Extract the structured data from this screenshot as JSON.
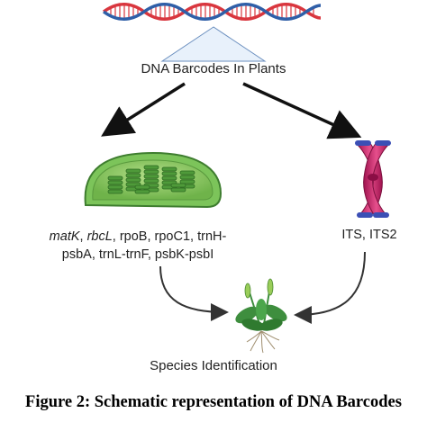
{
  "title": "DNA Barcodes In Plants",
  "chloroplast_markers": {
    "italic_1": "matK",
    "sep_1": ", ",
    "italic_2": "rbcL",
    "rest_line1": ", rpoB, rpoC1, trnH-",
    "line2": "psbA, trnL-trnF, psbK-psbI"
  },
  "nuclear_markers": "ITS, ITS2",
  "result": "Species Identification",
  "caption": "Figure 2: Schematic representation of DNA Barcodes",
  "icons": {
    "dna": "dna-helix-icon",
    "chloroplast": "chloroplast-icon",
    "chromosome": "chromosome-icon",
    "plant": "plant-icon"
  },
  "colors": {
    "dna_red": "#d9363e",
    "dna_blue": "#2f5fa8",
    "chloroplast_green": "#4caf50",
    "chromosome_pink": "#c2185b",
    "plant_green": "#3e8e3e"
  }
}
